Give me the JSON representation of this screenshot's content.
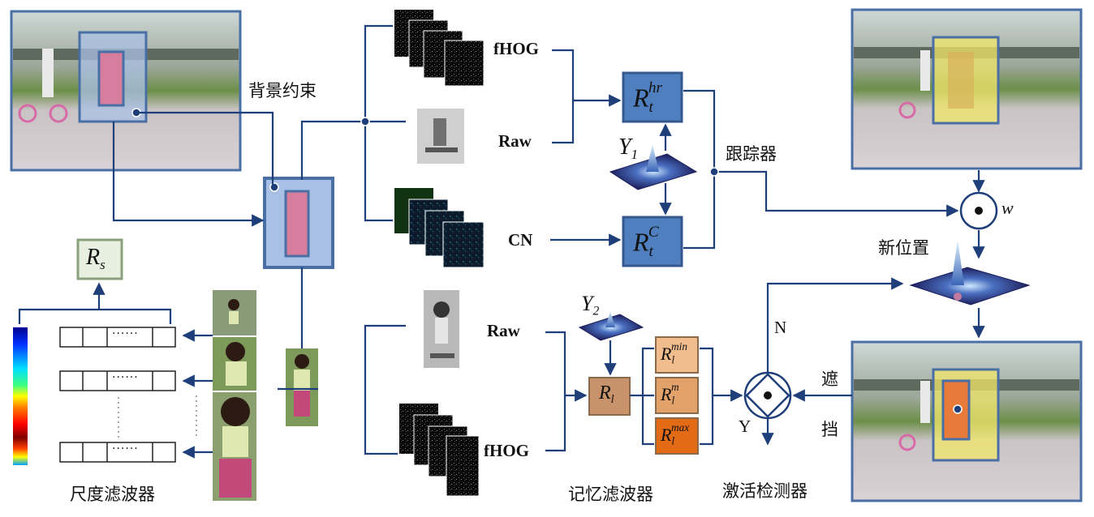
{
  "labels": {
    "background_constraint": "背景约束",
    "tracker": "跟踪器",
    "new_position": "新位置",
    "occlusion_top": "遮",
    "occlusion_bottom": "挡",
    "scale_filter": "尺度滤波器",
    "memory_filter": "记忆滤波器",
    "activation_detector": "激活检测器",
    "branch_n": "N",
    "branch_y": "Y",
    "weight_w": "w"
  },
  "features": {
    "fhog_top": "fHOG",
    "raw_top": "Raw",
    "cn": "CN",
    "raw_bottom": "Raw",
    "fhog_bottom": "fHOG"
  },
  "math": {
    "r_base": "R",
    "r_t": "t",
    "hr": "hr",
    "c": "C",
    "l": "l",
    "min": "min",
    "m": "m",
    "max": "max",
    "s": "s",
    "y_base": "Y",
    "y1_sub": "1",
    "y2_sub": "2"
  },
  "scale_bank": {
    "dots": "······"
  },
  "colors": {
    "arrow": "#1f3f7a",
    "box_border": "#4a6fa5",
    "box_fill": "#4f7fbf",
    "memory_light": "#f2bd8c",
    "memory_mid": "#e3a26a",
    "memory_dark": "#e46b16",
    "memory_center": "#c8936a",
    "rs_fill": "#e7f0e0"
  }
}
